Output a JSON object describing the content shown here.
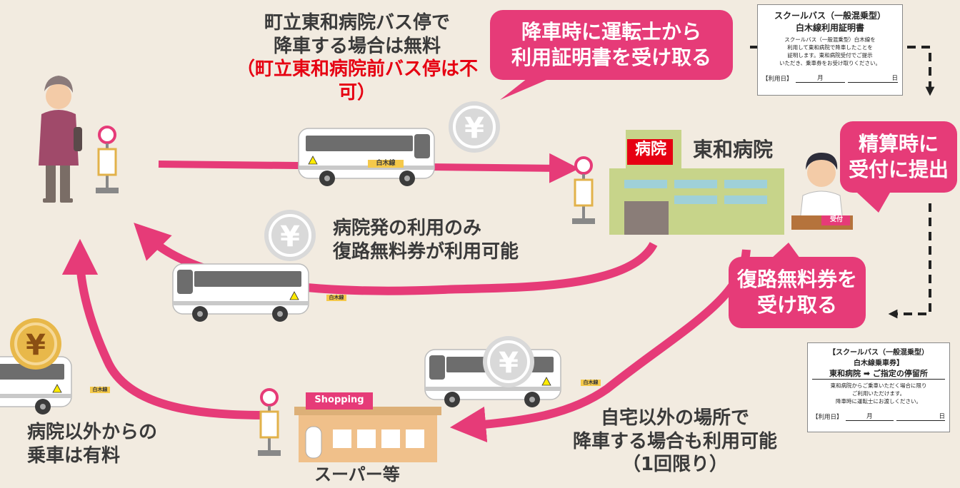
{
  "colors": {
    "background": "#f2ebe0",
    "accent": "#e63b78",
    "red_text": "#e60012",
    "hospital_green": "#c7d48a",
    "coin_gray": "#d9d9d9",
    "coin_gold": "#e8b84a"
  },
  "top_note": {
    "line1": "町立東和病院バス停で",
    "line2": "降車する場合は無料",
    "line3": "（町立東和病院前バス停は不可）"
  },
  "callout_receive_cert": {
    "line1": "降車時に運転士から",
    "line2": "利用証明書を受け取る"
  },
  "certificate": {
    "title1": "スクールバス（一般混乗型）",
    "title2": "白木線利用証明書",
    "body1": "スクールバス（一般混乗型）白木線を",
    "body2": "利用して東和病院で降車したことを",
    "body3": "証明します。東和病院受付でご提示",
    "body4": "いただき、乗車券をお受け取りください。",
    "date_label": "【利用日】",
    "month": "月",
    "day": "日"
  },
  "hospital": {
    "sign": "病院",
    "name": "東和病院"
  },
  "reception_desk": "受付",
  "callout_submit": {
    "line1": "精算時に",
    "line2": "受付に提出"
  },
  "return_note": {
    "line1": "病院発の利用のみ",
    "line2": "復路無料券が利用可能"
  },
  "callout_receive_ticket": {
    "line1": "復路無料券を",
    "line2": "受け取る"
  },
  "ticket": {
    "title1": "【スクールバス（一般混乗型）",
    "title2": "白木線乗車券】",
    "route": "東和病院 ➡ ご指定の停留所",
    "body1": "東和病院からご乗車いただく場合に限り",
    "body2": "ご利用いただけます。",
    "body3": "降車時に運転士にお渡しください。",
    "date_label": "【利用日】",
    "month": "月",
    "day": "日"
  },
  "other_dropoff_note": {
    "line1": "自宅以外の場所で",
    "line2": "降車する場合も利用可能",
    "line3": "（1回限り）"
  },
  "paid_note": {
    "line1": "病院以外からの",
    "line2": "乗車は有料"
  },
  "shop": {
    "sign": "Shopping",
    "label": "スーパー等"
  },
  "bus_label": "白木線",
  "yen_symbol": "¥"
}
